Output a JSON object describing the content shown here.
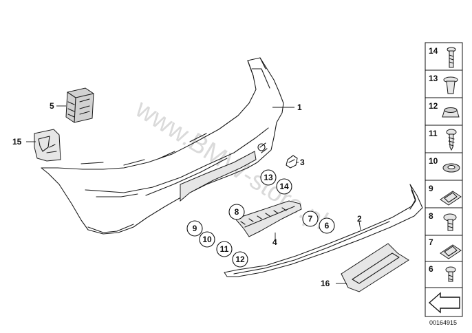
{
  "watermark": "www.BMW-store.pl",
  "callouts": [
    "1",
    "2",
    "3",
    "4",
    "5",
    "15",
    "13",
    "14",
    "8",
    "7",
    "6",
    "9",
    "10",
    "11",
    "12",
    "16"
  ],
  "sidebar": {
    "items": [
      {
        "number": "14",
        "icon": "screw-icon"
      },
      {
        "number": "13",
        "icon": "expanding-rivet-icon"
      },
      {
        "number": "12",
        "icon": "grommet-icon"
      },
      {
        "number": "11",
        "icon": "tapping-screw-icon"
      },
      {
        "number": "10",
        "icon": "washer-icon"
      },
      {
        "number": "9",
        "icon": "clip-nut-icon"
      },
      {
        "number": "8",
        "icon": "hex-screw-icon"
      },
      {
        "number": "7",
        "icon": "clip-nut-icon"
      },
      {
        "number": "6",
        "icon": "screw-icon"
      },
      {
        "number": "",
        "icon": "direction-arrow-icon"
      }
    ]
  },
  "doc_number": "00164915"
}
